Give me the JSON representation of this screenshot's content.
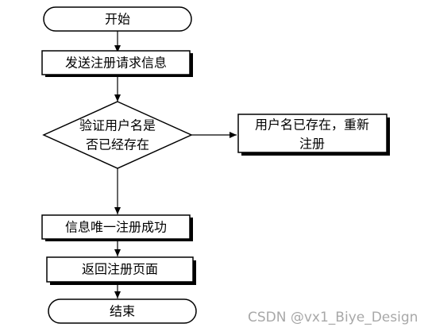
{
  "nodes": {
    "start": {
      "label": "开始"
    },
    "send_request": {
      "label": "发送注册请求信息"
    },
    "verify": {
      "line1": "验证用户名是",
      "line2": "否已经存在"
    },
    "exists": {
      "line1": "用户名已存在，重新",
      "line2": "注册"
    },
    "success": {
      "label": "信息唯一注册成功"
    },
    "return_page": {
      "label": "返回注册页面"
    },
    "end": {
      "label": "结束"
    }
  },
  "watermark": "CSDN @vx1_Biye_Design"
}
